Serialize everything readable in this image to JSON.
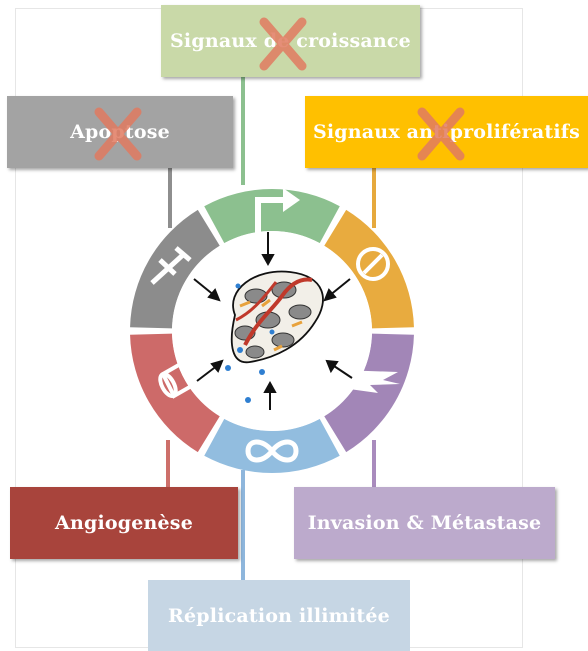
{
  "hallmarks": {
    "top": {
      "label": "Signaux de croissance",
      "color": "#c9d9a8",
      "stem": "#8cc08f",
      "blocked": true
    },
    "top_left": {
      "label": "Apoptose",
      "color": "#a3a3a3",
      "stem": "#8e8e8e",
      "blocked": true
    },
    "top_right": {
      "label": "Signaux antiprolifératifs",
      "color": "#ffc000",
      "stem": "#e6a93d",
      "blocked": true
    },
    "bottom_left": {
      "label": "Angiogenèse",
      "color": "#a8443c",
      "stem": "#cd6f6a",
      "blocked": false
    },
    "bottom_right": {
      "label": "Invasion & Métastase",
      "color": "#bcaacc",
      "stem": "#a98bbd",
      "blocked": false
    },
    "bottom": {
      "label": "Réplication illimitée",
      "color": "#c6d6e4",
      "stem": "#8eb6dc",
      "blocked": false
    }
  },
  "wheel_segments": [
    {
      "name": "growth",
      "color": "#8cc08f",
      "icon": "arrow-turn-icon"
    },
    {
      "name": "antigrowth",
      "color": "#e8ab3f",
      "icon": "no-sign-icon"
    },
    {
      "name": "invasion",
      "color": "#a286b7",
      "icon": "zigzag-icon"
    },
    {
      "name": "replication",
      "color": "#92bddf",
      "icon": "infinity-icon"
    },
    {
      "name": "angiogenesis",
      "color": "#cd6a69",
      "icon": "vessel-icon"
    },
    {
      "name": "apoptosis",
      "color": "#8c8c8c",
      "icon": "cross-icon"
    }
  ],
  "block_mark_color": "#e07a60"
}
